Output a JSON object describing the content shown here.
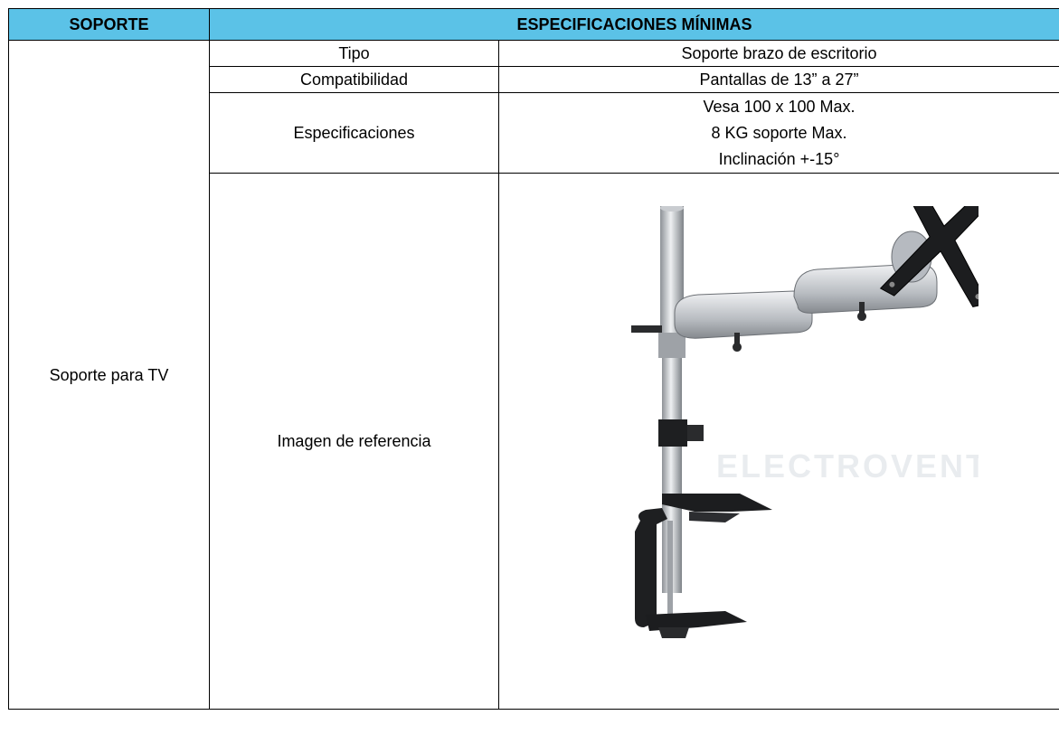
{
  "header": {
    "col1": "SOPORTE",
    "col2": "ESPECIFICACIONES MÍNIMAS"
  },
  "category": "Soporte para TV",
  "rows": [
    {
      "label": "Tipo",
      "value": "Soporte brazo de escritorio"
    },
    {
      "label": "Compatibilidad",
      "value": "Pantallas de 13” a 27”"
    },
    {
      "label": "Especificaciones",
      "values": [
        "Vesa 100 x 100 Max.",
        "8 KG soporte Max.",
        "Inclinación +-15°"
      ]
    },
    {
      "label": "Imagen de referencia"
    }
  ],
  "image": {
    "icon": "monitor-arm-icon",
    "watermark": "ELECTROVENTAS"
  },
  "colors": {
    "header_bg": "#5bc2e7",
    "border": "#000000"
  }
}
